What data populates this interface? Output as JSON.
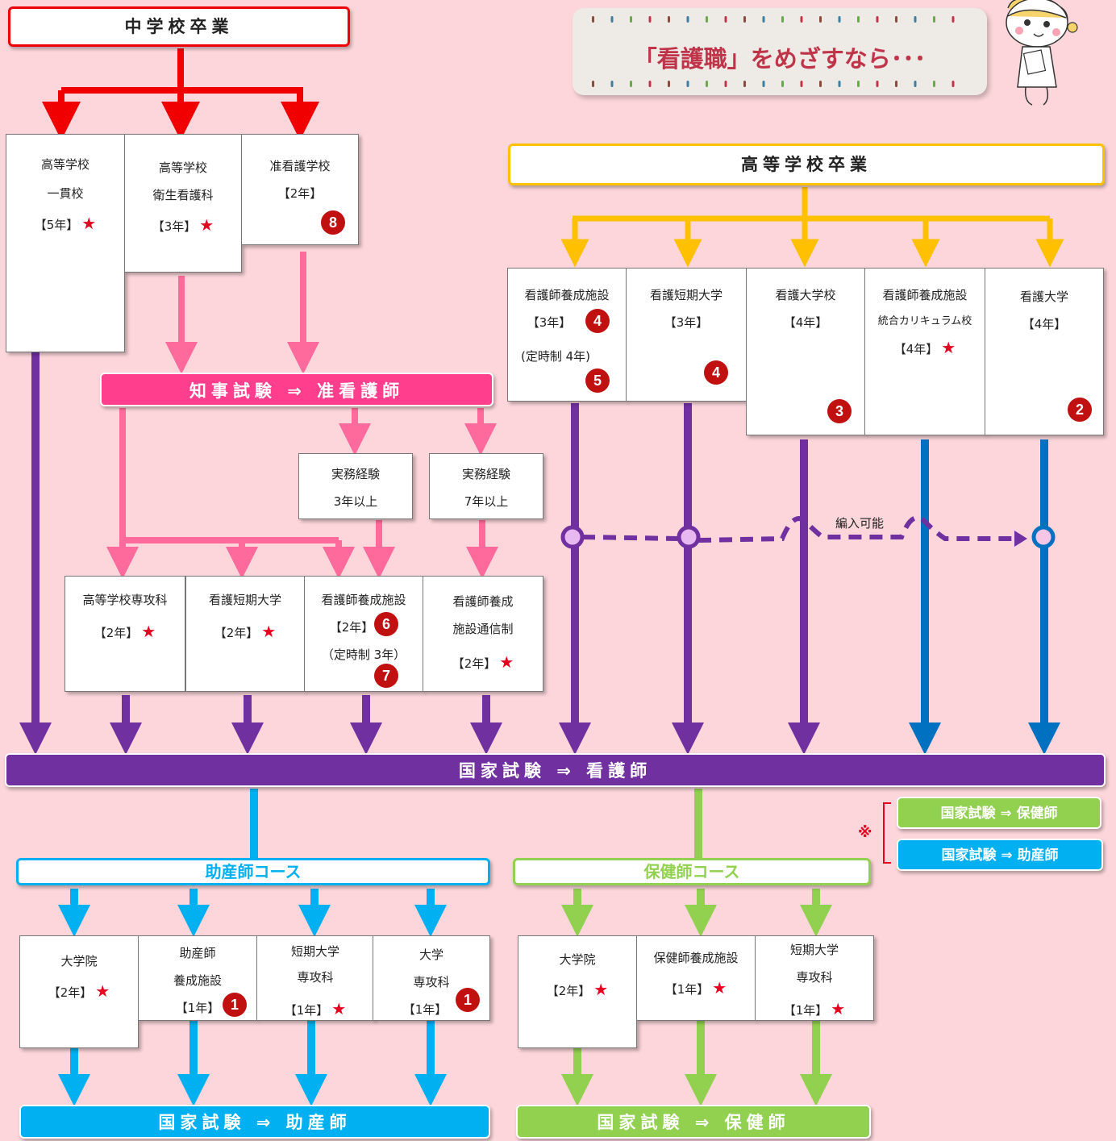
{
  "headline": "「看護職」をめざすなら･･･",
  "top_bars": {
    "junior_high": "中学校卒業",
    "high_school": "高等学校卒業"
  },
  "left_schools": [
    {
      "l1": "高等学校",
      "l2": "一貫校",
      "l3": "【5年】",
      "star": "★"
    },
    {
      "l1": "高等学校",
      "l2": "衛生看護科",
      "l3": "【3年】",
      "star": "★"
    },
    {
      "l1": "准看護学校",
      "l2": "【2年】",
      "badge": "8"
    }
  ],
  "prefectural_exam": "知事試験 ⇒ 准看護師",
  "experience": [
    {
      "l1": "実務経験",
      "l2": "3年以上"
    },
    {
      "l1": "実務経験",
      "l2": "7年以上"
    }
  ],
  "mid_schools": [
    {
      "l1": "高等学校専攻科",
      "l2": "【2年】",
      "star": "★"
    },
    {
      "l1": "看護短期大学",
      "l2": "【2年】",
      "star": "★"
    },
    {
      "l1": "看護師養成施設",
      "l2": "【2年】",
      "l3": "（定時制 3年）",
      "badge": "6",
      "badge2": "7"
    },
    {
      "l1": "看護師養成",
      "l2": "施設通信制",
      "l3": "【2年】",
      "star": "★"
    }
  ],
  "right_schools": [
    {
      "l1": "看護師養成施設",
      "l2": "【3年】",
      "l3": "(定時制 4年)",
      "badge": "4",
      "badge2": "5"
    },
    {
      "l1": "看護短期大学",
      "l2": "【3年】",
      "badge": "4"
    },
    {
      "l1": "看護大学校",
      "l2": "【4年】",
      "badge": "3"
    },
    {
      "l1": "看護師養成施設",
      "l2": "統合カリキュラム校",
      "l3": "【4年】",
      "star": "★"
    },
    {
      "l1": "看護大学",
      "l2": "【4年】",
      "badge": "2"
    }
  ],
  "transfer_label": "編入可能",
  "national_exam_nurse": "国家試験 ⇒ 看護師",
  "note_mark": "※",
  "note_items": [
    "国家試験 ⇒ 保健師",
    "国家試験 ⇒ 助産師"
  ],
  "midwife_course": {
    "title": "助産師コース",
    "schools": [
      {
        "l1": "大学院",
        "l2": "【2年】",
        "star": "★"
      },
      {
        "l1": "助産師",
        "l2": "養成施設",
        "l3": "【1年】",
        "badge": "1"
      },
      {
        "l1": "短期大学",
        "l2": "専攻科",
        "l3": "【1年】",
        "star": "★"
      },
      {
        "l1": "大学",
        "l2": "専攻科",
        "l3": "【1年】",
        "badge": "1"
      }
    ],
    "exam": "国家試験 ⇒ 助産師"
  },
  "phn_course": {
    "title": "保健師コース",
    "schools": [
      {
        "l1": "大学院",
        "l2": "【2年】",
        "star": "★"
      },
      {
        "l1": "保健師養成施設",
        "l2": "【1年】",
        "star": "★"
      },
      {
        "l1": "短期大学",
        "l2": "専攻科",
        "l3": "【1年】",
        "star": "★"
      }
    ],
    "exam": "国家試験 ⇒ 保健師"
  },
  "colors": {
    "red": "#f00000",
    "yellow": "#ffc000",
    "pink": "#ff6a9c",
    "purple": "#7030a0",
    "blue": "#0070c0",
    "cyan": "#00b0f0",
    "green": "#92d050",
    "badge": "#c01010"
  }
}
